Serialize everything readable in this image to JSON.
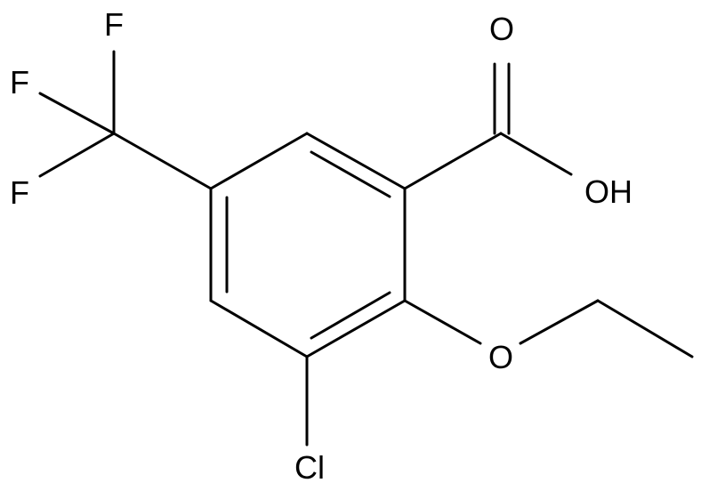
{
  "atoms": {
    "f_top": "F",
    "f_left": "F",
    "f_bottom": "F",
    "o_carbonyl": "O",
    "oh": "OH",
    "o_ether": "O",
    "cl": "Cl"
  },
  "colors": {
    "bond": "#000000",
    "label": "#000000",
    "background": "#ffffff"
  }
}
